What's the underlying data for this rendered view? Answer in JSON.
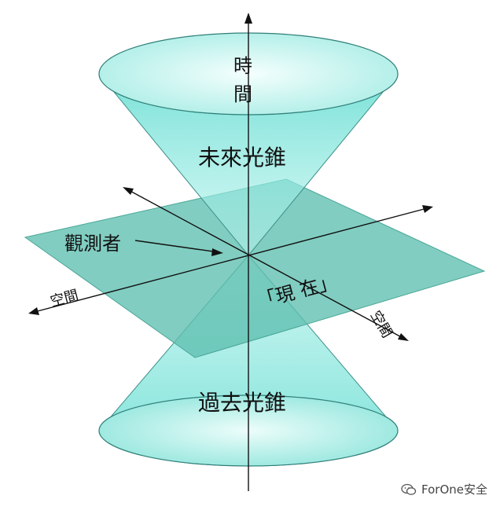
{
  "labels": {
    "time_axis": [
      "時",
      "間"
    ],
    "future_cone": "未來光錐",
    "past_cone": "過去光錐",
    "observer": "觀測者",
    "space_left": "空間",
    "space_right": "空間",
    "present": "「現 在」"
  },
  "watermark": {
    "text": "ForOne安全",
    "icon": "wechat-icon"
  },
  "colors": {
    "cone_fill": "#7fe0d6",
    "cone_rim": "#d8fbf7",
    "plane_fill": "#5dbfaf",
    "axis": "#111111"
  }
}
